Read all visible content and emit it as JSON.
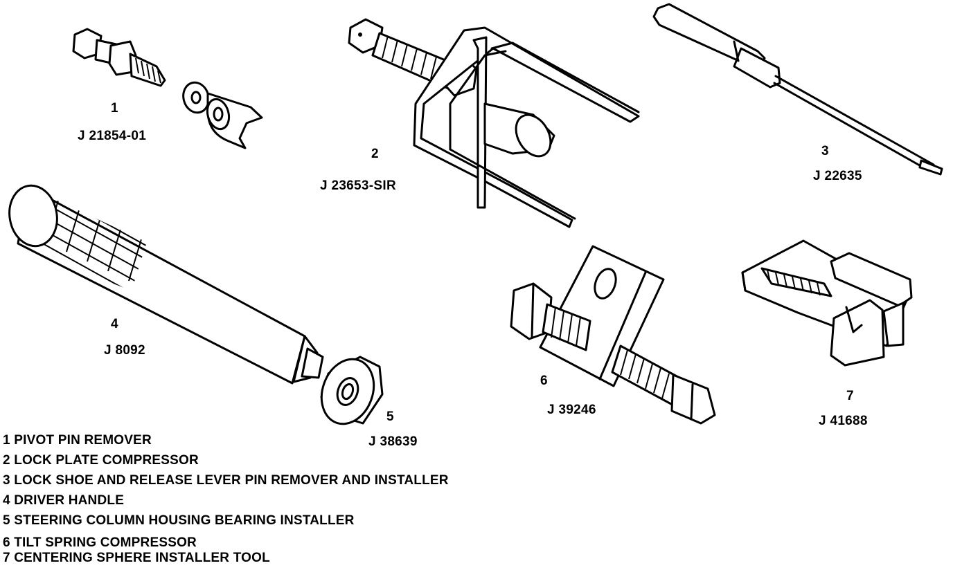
{
  "tools": [
    {
      "number": "1",
      "part": "J 21854-01"
    },
    {
      "number": "2",
      "part": "J 23653-SIR"
    },
    {
      "number": "3",
      "part": "J 22635"
    },
    {
      "number": "4",
      "part": "J 8092"
    },
    {
      "number": "5",
      "part": "J 38639"
    },
    {
      "number": "6",
      "part": "J 39246"
    },
    {
      "number": "7",
      "part": "J 41688"
    }
  ],
  "legend": [
    "1 PIVOT PIN REMOVER",
    "2 LOCK PLATE COMPRESSOR",
    "3 LOCK SHOE AND RELEASE LEVER PIN REMOVER AND INSTALLER",
    "4 DRIVER HANDLE",
    "5 STEERING COLUMN HOUSING BEARING INSTALLER",
    "6 TILT SPRING COMPRESSOR",
    "7 CENTERING SPHERE INSTALLER TOOL"
  ]
}
